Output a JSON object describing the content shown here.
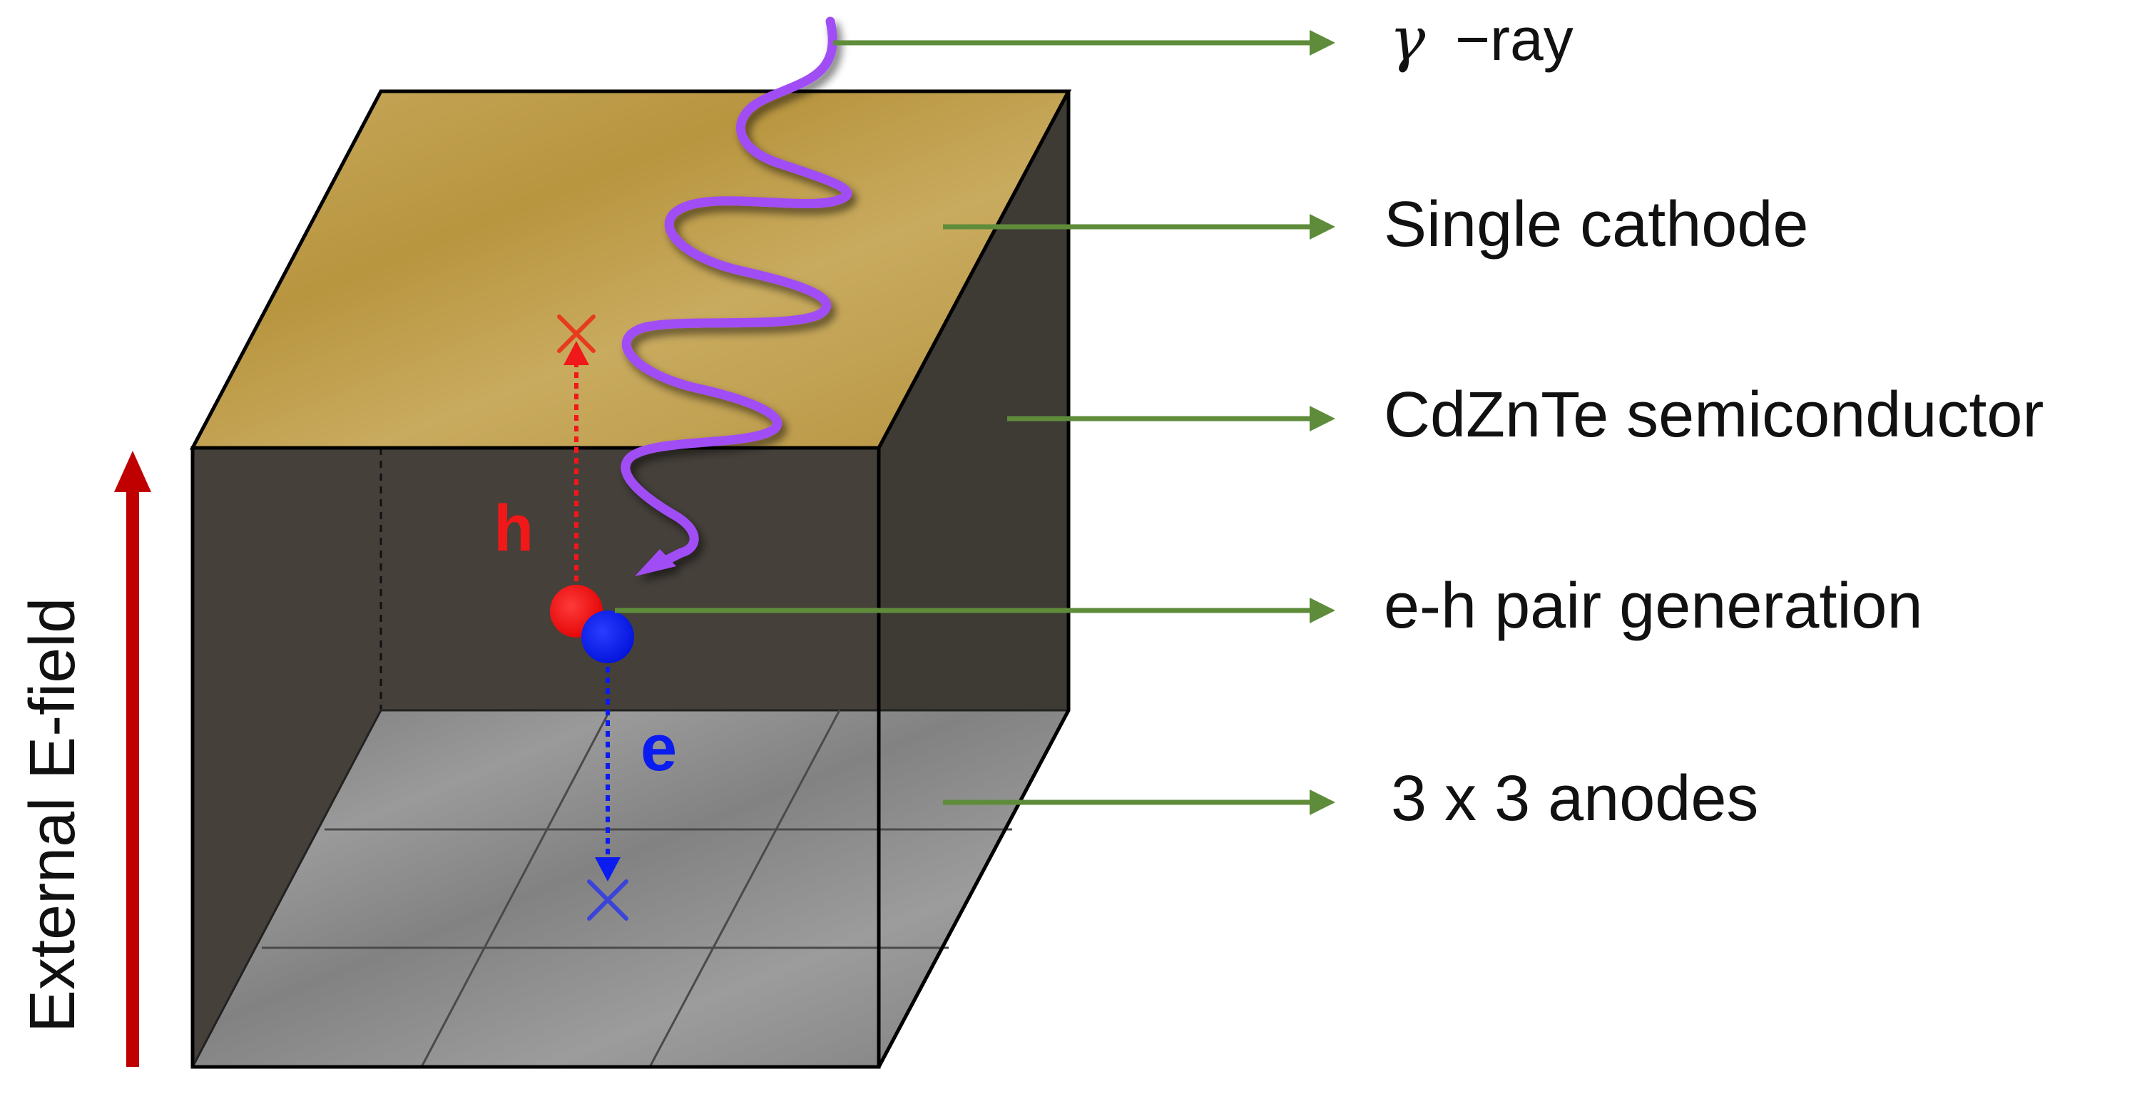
{
  "diagram": {
    "labels": {
      "gamma_symbol": "γ",
      "gamma_suffix": "−ray",
      "cathode": "Single cathode",
      "semiconductor": "CdZnTe semiconductor",
      "pair_generation": "e-h pair generation",
      "anodes": "3 x 3 anodes"
    },
    "carriers": {
      "hole": "h",
      "electron": "e"
    },
    "field_label": "External E-field",
    "anode_grid": {
      "rows": 3,
      "cols": 3
    },
    "colors": {
      "cathode": "#BD9B45",
      "body": "#45403A",
      "anode": "#8C8C8C",
      "gamma_ray": "#9B3DF0",
      "hole": "#F01818",
      "electron": "#0A1CF0",
      "leader": "#5E8C3A",
      "field_arrow": "#C00000"
    },
    "icons": [
      "hole-cross-icon",
      "electron-cross-icon",
      "gamma-ray-arrow-icon"
    ]
  }
}
